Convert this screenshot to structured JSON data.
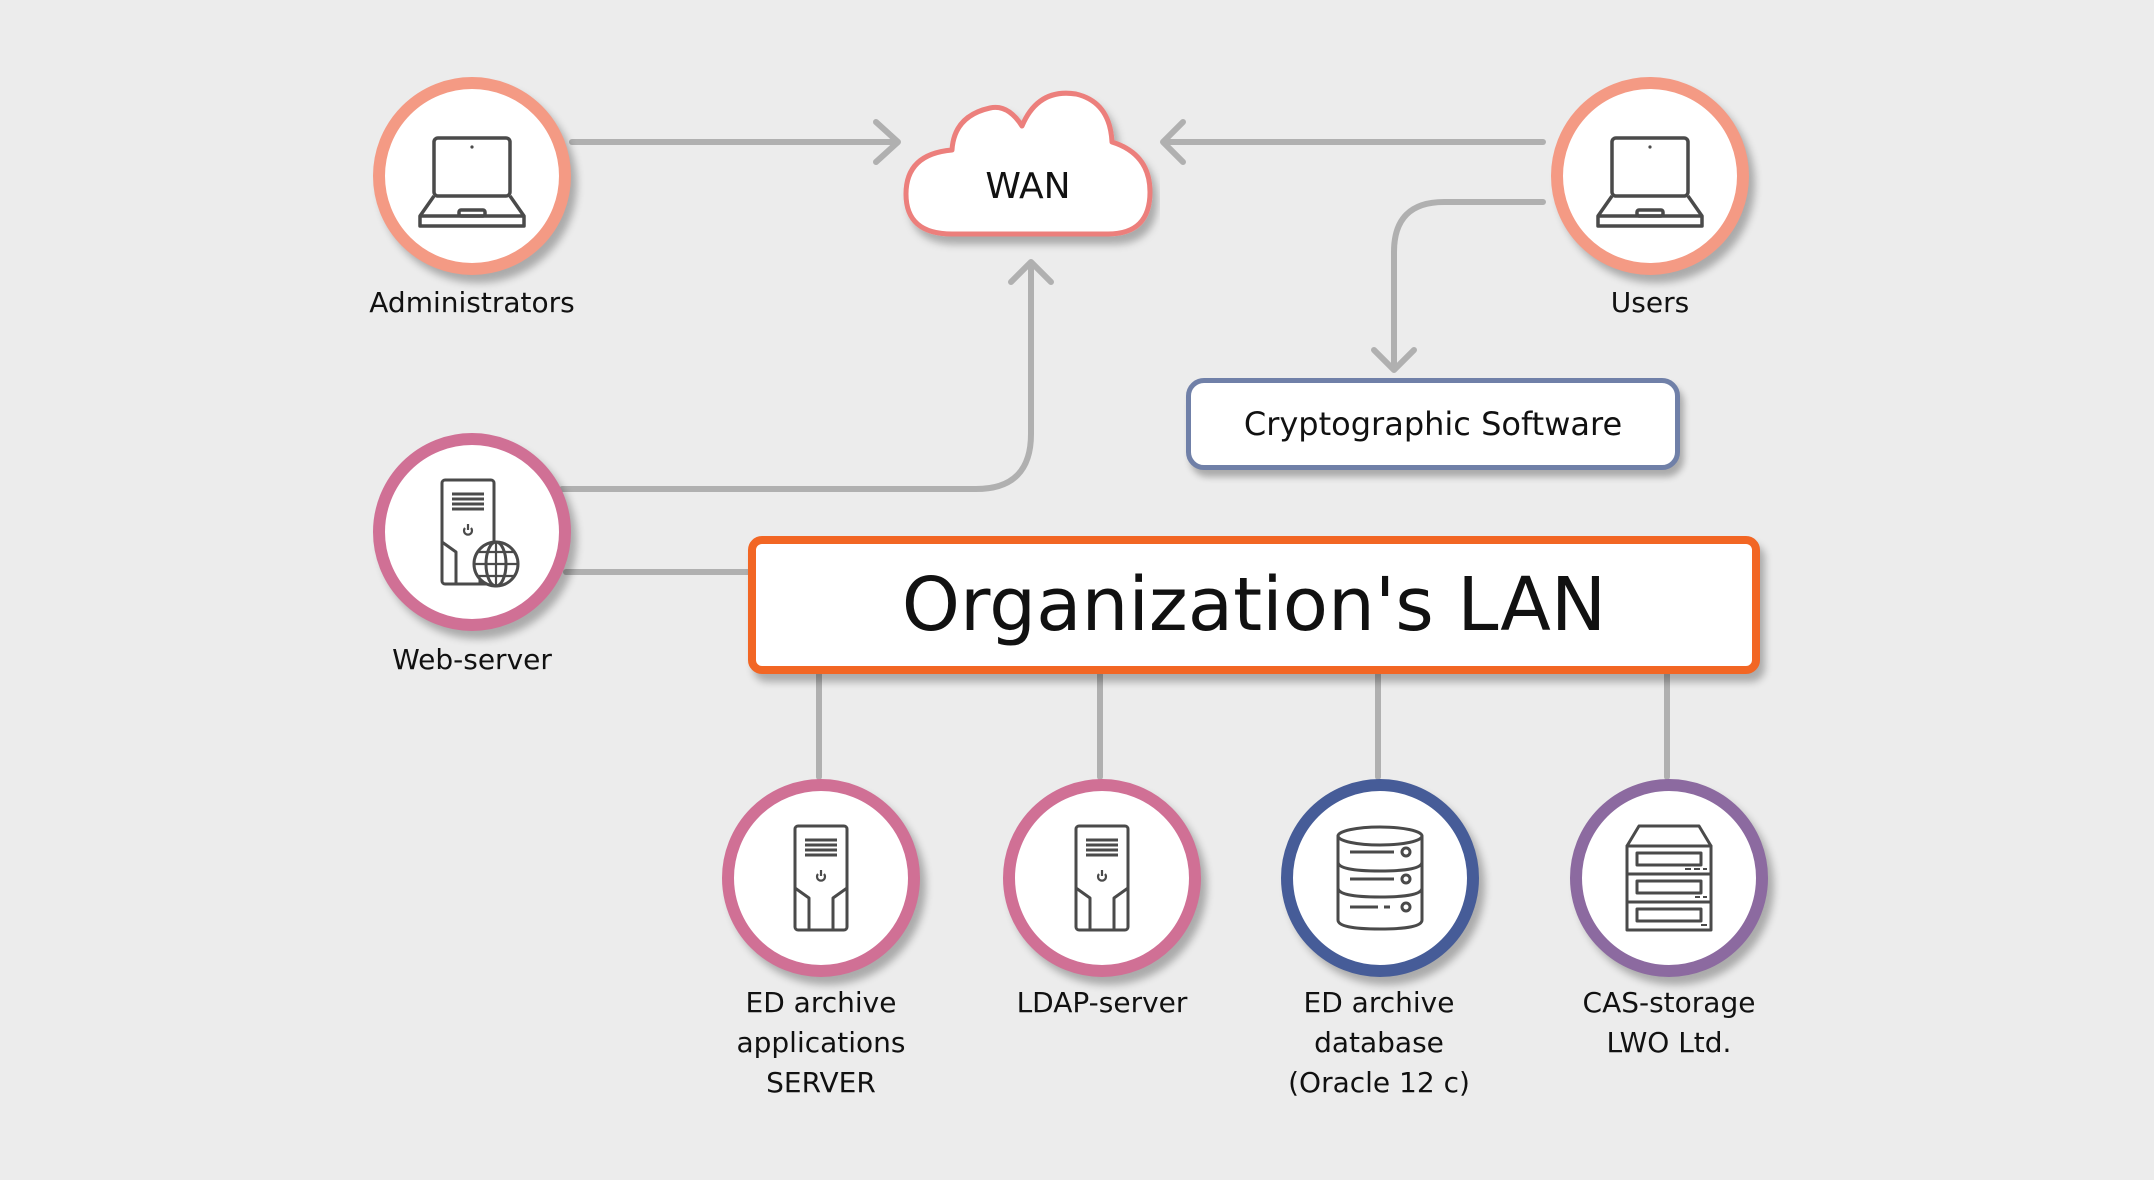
{
  "diagram": {
    "title": "Network architecture",
    "colors": {
      "background": "#ececec",
      "connector": "#b0b0b0",
      "users_ring": "#f49a84",
      "server_ring": "#d07095",
      "database_ring": "#465c98",
      "storage_ring": "#8c6aa0",
      "wan_stroke": "#ec7f7b",
      "lan_border": "#f26624",
      "crypto_border": "#7080a8"
    },
    "wan": {
      "label": "WAN",
      "icon": "cloud-icon"
    },
    "lan": {
      "label": "Organization's LAN"
    },
    "crypto": {
      "label": "Cryptographic Software"
    },
    "nodes": {
      "administrators": {
        "label": "Administrators",
        "icon": "laptop-icon"
      },
      "users": {
        "label": "Users",
        "icon": "laptop-icon"
      },
      "web_server": {
        "label": "Web-server",
        "icon": "web-server-icon"
      },
      "ed_archive_app": {
        "label": "ED archive\napplications\nSERVER",
        "icon": "server-tower-icon"
      },
      "ldap": {
        "label": "LDAP-server",
        "icon": "server-tower-icon"
      },
      "ed_archive_db": {
        "label": "ED archive\ndatabase\n(Oracle 12 c)",
        "icon": "database-icon"
      },
      "cas_storage": {
        "label": "CAS-storage\nLWO Ltd.",
        "icon": "storage-rack-icon"
      }
    },
    "edges": [
      {
        "from": "Administrators",
        "to": "WAN",
        "arrow": true
      },
      {
        "from": "Users",
        "to": "WAN",
        "arrow": true
      },
      {
        "from": "Users",
        "to": "Cryptographic Software",
        "arrow": true
      },
      {
        "from": "Web-server",
        "to": "WAN",
        "arrow": true
      },
      {
        "from": "Web-server",
        "to": "Organization's LAN",
        "arrow": false
      },
      {
        "from": "Organization's LAN",
        "to": "ED archive applications SERVER",
        "arrow": false
      },
      {
        "from": "Organization's LAN",
        "to": "LDAP-server",
        "arrow": false
      },
      {
        "from": "Organization's LAN",
        "to": "ED archive database (Oracle 12 c)",
        "arrow": false
      },
      {
        "from": "Organization's LAN",
        "to": "CAS-storage LWO Ltd.",
        "arrow": false
      }
    ]
  }
}
